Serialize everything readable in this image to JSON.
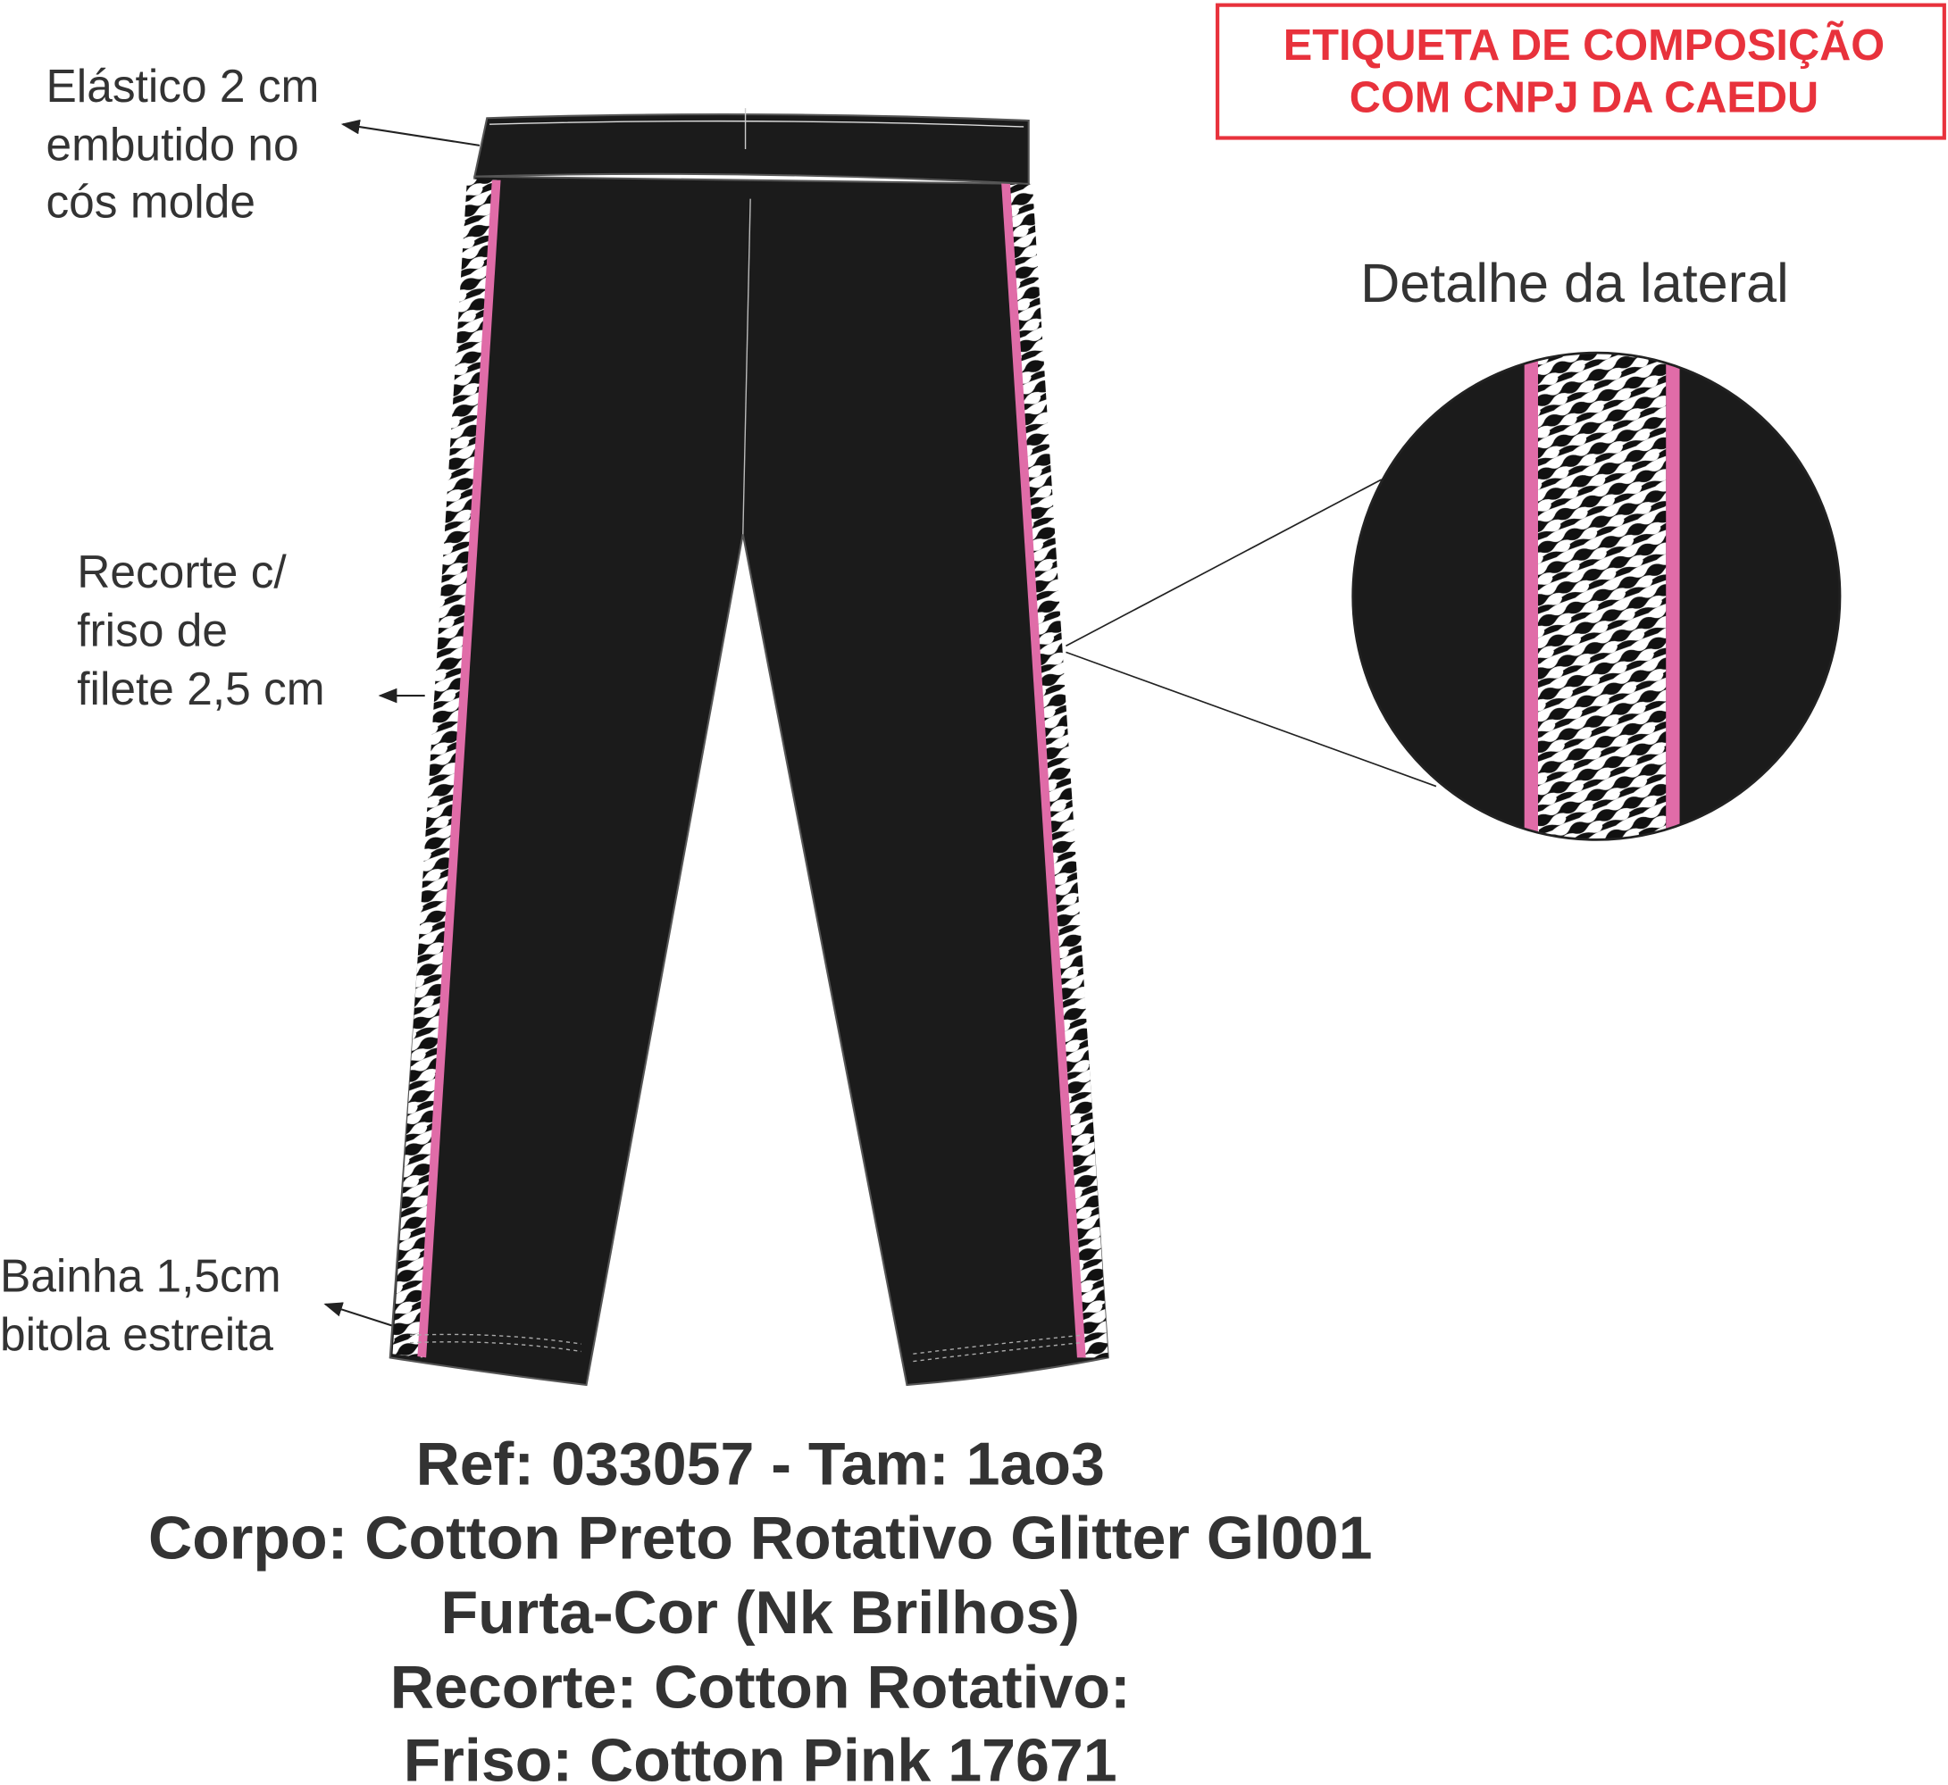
{
  "label_box": {
    "line1": "ETIQUETA DE COMPOSIÇÃO",
    "line2": "COM CNPJ DA CAEDU"
  },
  "callouts": {
    "elastic": [
      "Elástico 2 cm",
      "embutido no",
      "cós molde"
    ],
    "recorte": [
      "Recorte c/",
      "friso de",
      "filete 2,5 cm"
    ],
    "hem": [
      "Bainha 1,5cm",
      "bitola estreita"
    ]
  },
  "detail_title": "Detalhe da lateral",
  "spec": [
    "Ref: 033057 - Tam: 1ao3",
    "Corpo: Cotton Preto Rotativo Glitter Gl001",
    "Furta-Cor (Nk Brilhos)",
    "Recorte: Cotton Rotativo:",
    "Friso: Cotton Pink 17671"
  ],
  "colors": {
    "accent": "#e8323c",
    "fabric": "#1b1b1b",
    "piping": "#e06ca8"
  }
}
